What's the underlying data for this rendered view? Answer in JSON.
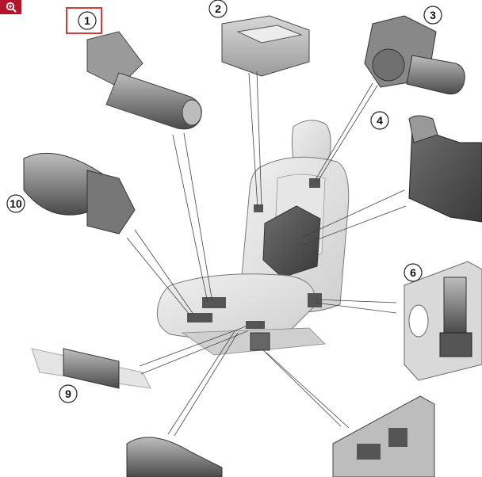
{
  "toolbar": {
    "zoom_icon": "magnifier-zoom-icon",
    "accent": "#b5152b"
  },
  "callouts": [
    {
      "id": "1",
      "label": "1",
      "highlighted": true
    },
    {
      "id": "2",
      "label": "2"
    },
    {
      "id": "3",
      "label": "3"
    },
    {
      "id": "4",
      "label": "4"
    },
    {
      "id": "6",
      "label": "6"
    },
    {
      "id": "9",
      "label": "9"
    },
    {
      "id": "10",
      "label": "10"
    }
  ],
  "highlight_color": "#d93a3a"
}
